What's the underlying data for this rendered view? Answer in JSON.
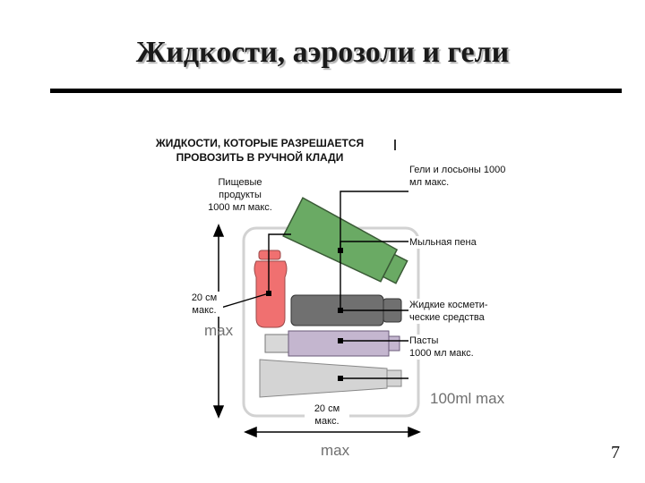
{
  "slide": {
    "title": "Жидкости, аэрозоли и гели",
    "number": "7"
  },
  "diagram": {
    "heading": [
      "ЖИДКОСТИ, КОТОРЫЕ РАЗРЕШАЕТСЯ",
      "ПРОВОЗИТЬ В РУЧНОЙ КЛАДИ"
    ],
    "labels": {
      "food": [
        "Пищевые",
        "продукты",
        "1000 мл макс."
      ],
      "gels": [
        "Гели и лосьоны 1000",
        "мл макс."
      ],
      "foam": [
        "Мыльная пена"
      ],
      "cosmetics": [
        "Жидкие космети-",
        "ческие средства"
      ],
      "pastes": [
        "Пасты",
        "1000 мл макс."
      ],
      "height": [
        "20 см",
        "макс."
      ],
      "width": [
        "20 см",
        "макс."
      ]
    },
    "bg_text": {
      "max_side": "max",
      "max_bottom": "max",
      "capacity": "100ml max"
    },
    "colors": {
      "red": "#f07070",
      "green": "#6aaa64",
      "dark_gray": "#707070",
      "purple": "#c4b6cf",
      "light_gray": "#d4d4d4"
    }
  }
}
